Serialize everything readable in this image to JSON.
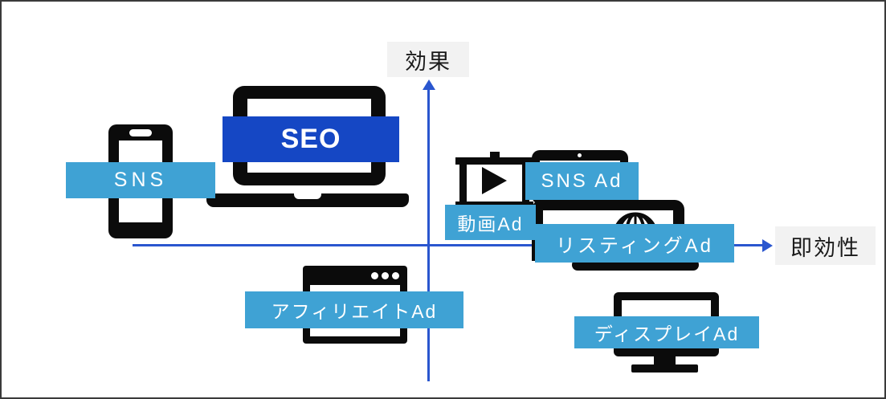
{
  "diagram": {
    "axes": {
      "y_label": "効果",
      "x_label": "即効性"
    },
    "items": [
      {
        "name": "sns",
        "label": "SNS",
        "icon": "smartphone-icon"
      },
      {
        "name": "seo",
        "label": "SEO",
        "icon": "laptop-icon"
      },
      {
        "name": "video-ad",
        "label": "動画Ad",
        "icon": "projection-screen-play-icon"
      },
      {
        "name": "sns-ad",
        "label": "SNS Ad",
        "icon": "tablet-icon"
      },
      {
        "name": "listing-ad",
        "label": "リスティングAd",
        "icon": "laptop-globe-icon"
      },
      {
        "name": "affiliate-ad",
        "label": "アフィリエイトAd",
        "icon": "browser-window-icon"
      },
      {
        "name": "display-ad",
        "label": "ディスプレイAd",
        "icon": "desktop-monitor-icon"
      }
    ],
    "colors": {
      "banner_light_blue": "#3fa2d4",
      "banner_dark_blue": "#1547c4",
      "axis_blue": "#2a56cf",
      "axis_label_bg": "#f2f2f2",
      "icon_black": "#0b0b0b",
      "banner_text": "#ffffff"
    }
  }
}
